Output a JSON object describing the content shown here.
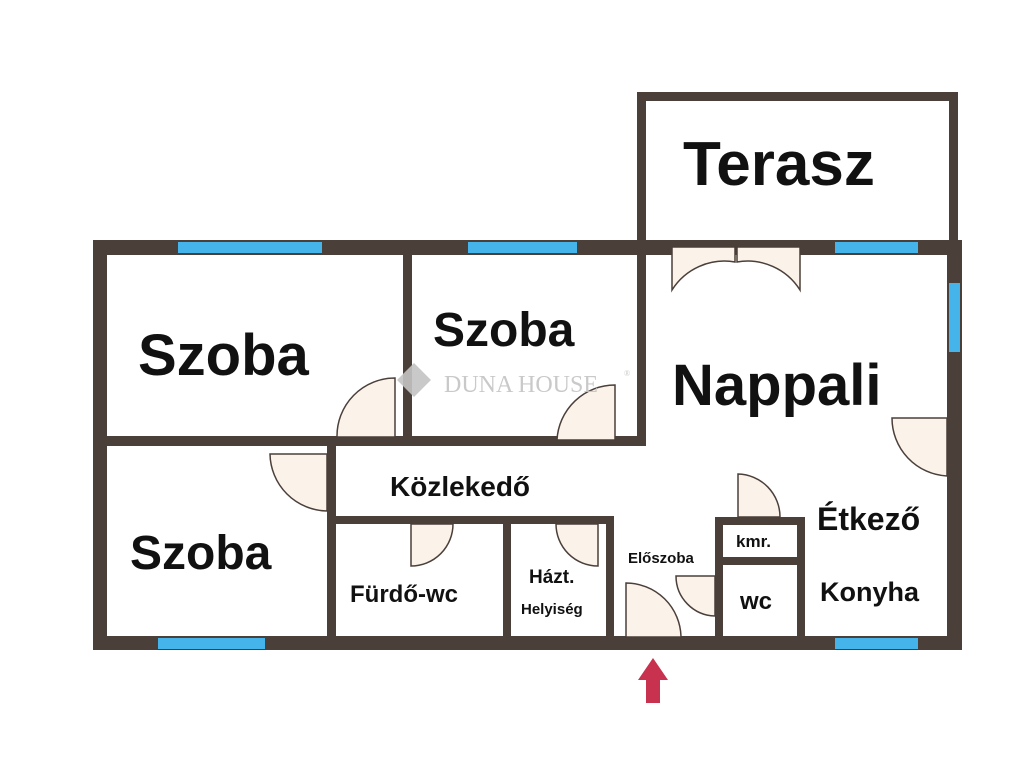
{
  "plan": {
    "rooms": {
      "terrace": "Terasz",
      "room1": "Szoba",
      "room2": "Szoba",
      "room3": "Szoba",
      "living": "Nappali",
      "corridor": "Közlekedő",
      "bathroom": "Fürdő-wc",
      "utility_line1": "Házt.",
      "utility_line2": "Helyiség",
      "hall": "Előszoba",
      "pantry": "kmr.",
      "wc": "wc",
      "dining": "Étkező",
      "kitchen": "Konyha"
    },
    "watermark": {
      "text": "DUNA HOUSE",
      "mark": "®"
    },
    "colors": {
      "wall": "#4b3f39",
      "window": "#45b4ea",
      "door": "#fbf3ea",
      "entrance_arrow": "#c8324f"
    }
  }
}
